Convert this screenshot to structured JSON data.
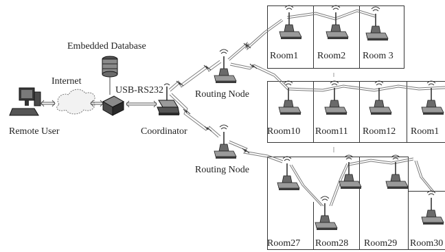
{
  "labels": {
    "remote_user": "Remote User",
    "internet": "Internet",
    "embedded_database": "Embedded Database",
    "usb_rs232": "USB-RS232",
    "coordinator": "Coordinator",
    "routing_node_top": "Routing Node",
    "routing_node_bottom": "Routing Node"
  },
  "rooms": {
    "row1": [
      "Room1",
      "Room2",
      "Room 3"
    ],
    "row2": [
      "Room10",
      "Room11",
      "Room12",
      "Room1"
    ],
    "row3": [
      "Room27",
      "Room28",
      "Room29",
      "Room30"
    ]
  },
  "colors": {
    "line": "#333333",
    "device_dark": "#3a3a3a",
    "device_mid": "#8a8a8a",
    "cloud": "#d8d8d8"
  }
}
